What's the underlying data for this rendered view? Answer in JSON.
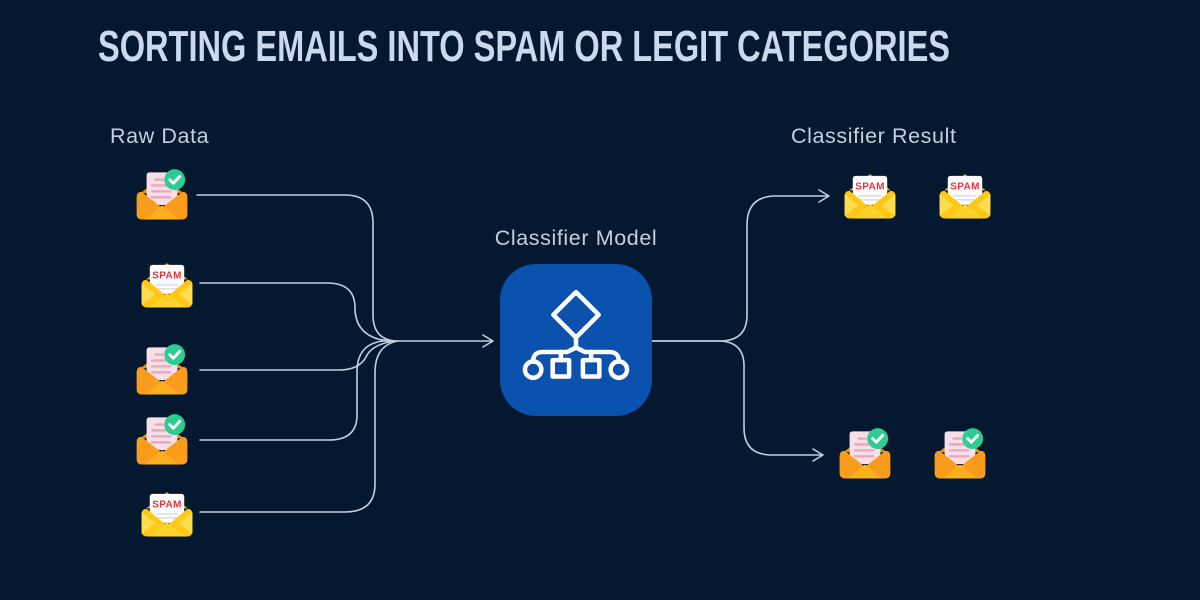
{
  "title": "SORTING EMAILS INTO SPAM OR LEGIT CATEGORIES",
  "labels": {
    "raw_data": "Raw Data",
    "classifier_model": "Classifier Model",
    "classifier_result": "Classifier Result"
  },
  "icons": {
    "spam_stamp": "SPAM",
    "legit_badge": "checkmark-icon",
    "model_glyph": "decision-tree-icon"
  },
  "flow": {
    "raw_data_emails": [
      "legit",
      "spam",
      "legit",
      "legit",
      "spam"
    ],
    "result_spam_emails": [
      "spam",
      "spam"
    ],
    "result_legit_emails": [
      "legit",
      "legit"
    ]
  },
  "colors": {
    "background": "#041830",
    "title_text": "#CBD9EC",
    "label_text": "#C6D0DC",
    "connector_line": "#C2CFDF",
    "model_box_blue": "#0B51AE",
    "legit_envelope_orange": "#F99C1B",
    "spam_envelope_yellow": "#FFCB1D",
    "legit_check_green": "#2ECC92",
    "spam_stamp_red": "#E7333E",
    "letter_pink": "#F8DEE6"
  }
}
